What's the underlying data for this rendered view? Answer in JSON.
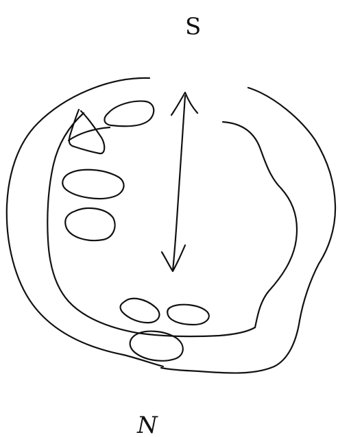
{
  "diagram": {
    "top_label": "S",
    "bottom_label": "N",
    "ink_color": "#111111",
    "background": "#ffffff",
    "elements": [
      "outer-ring",
      "inner-ring",
      "double-arrow",
      "oval-shapes"
    ]
  }
}
